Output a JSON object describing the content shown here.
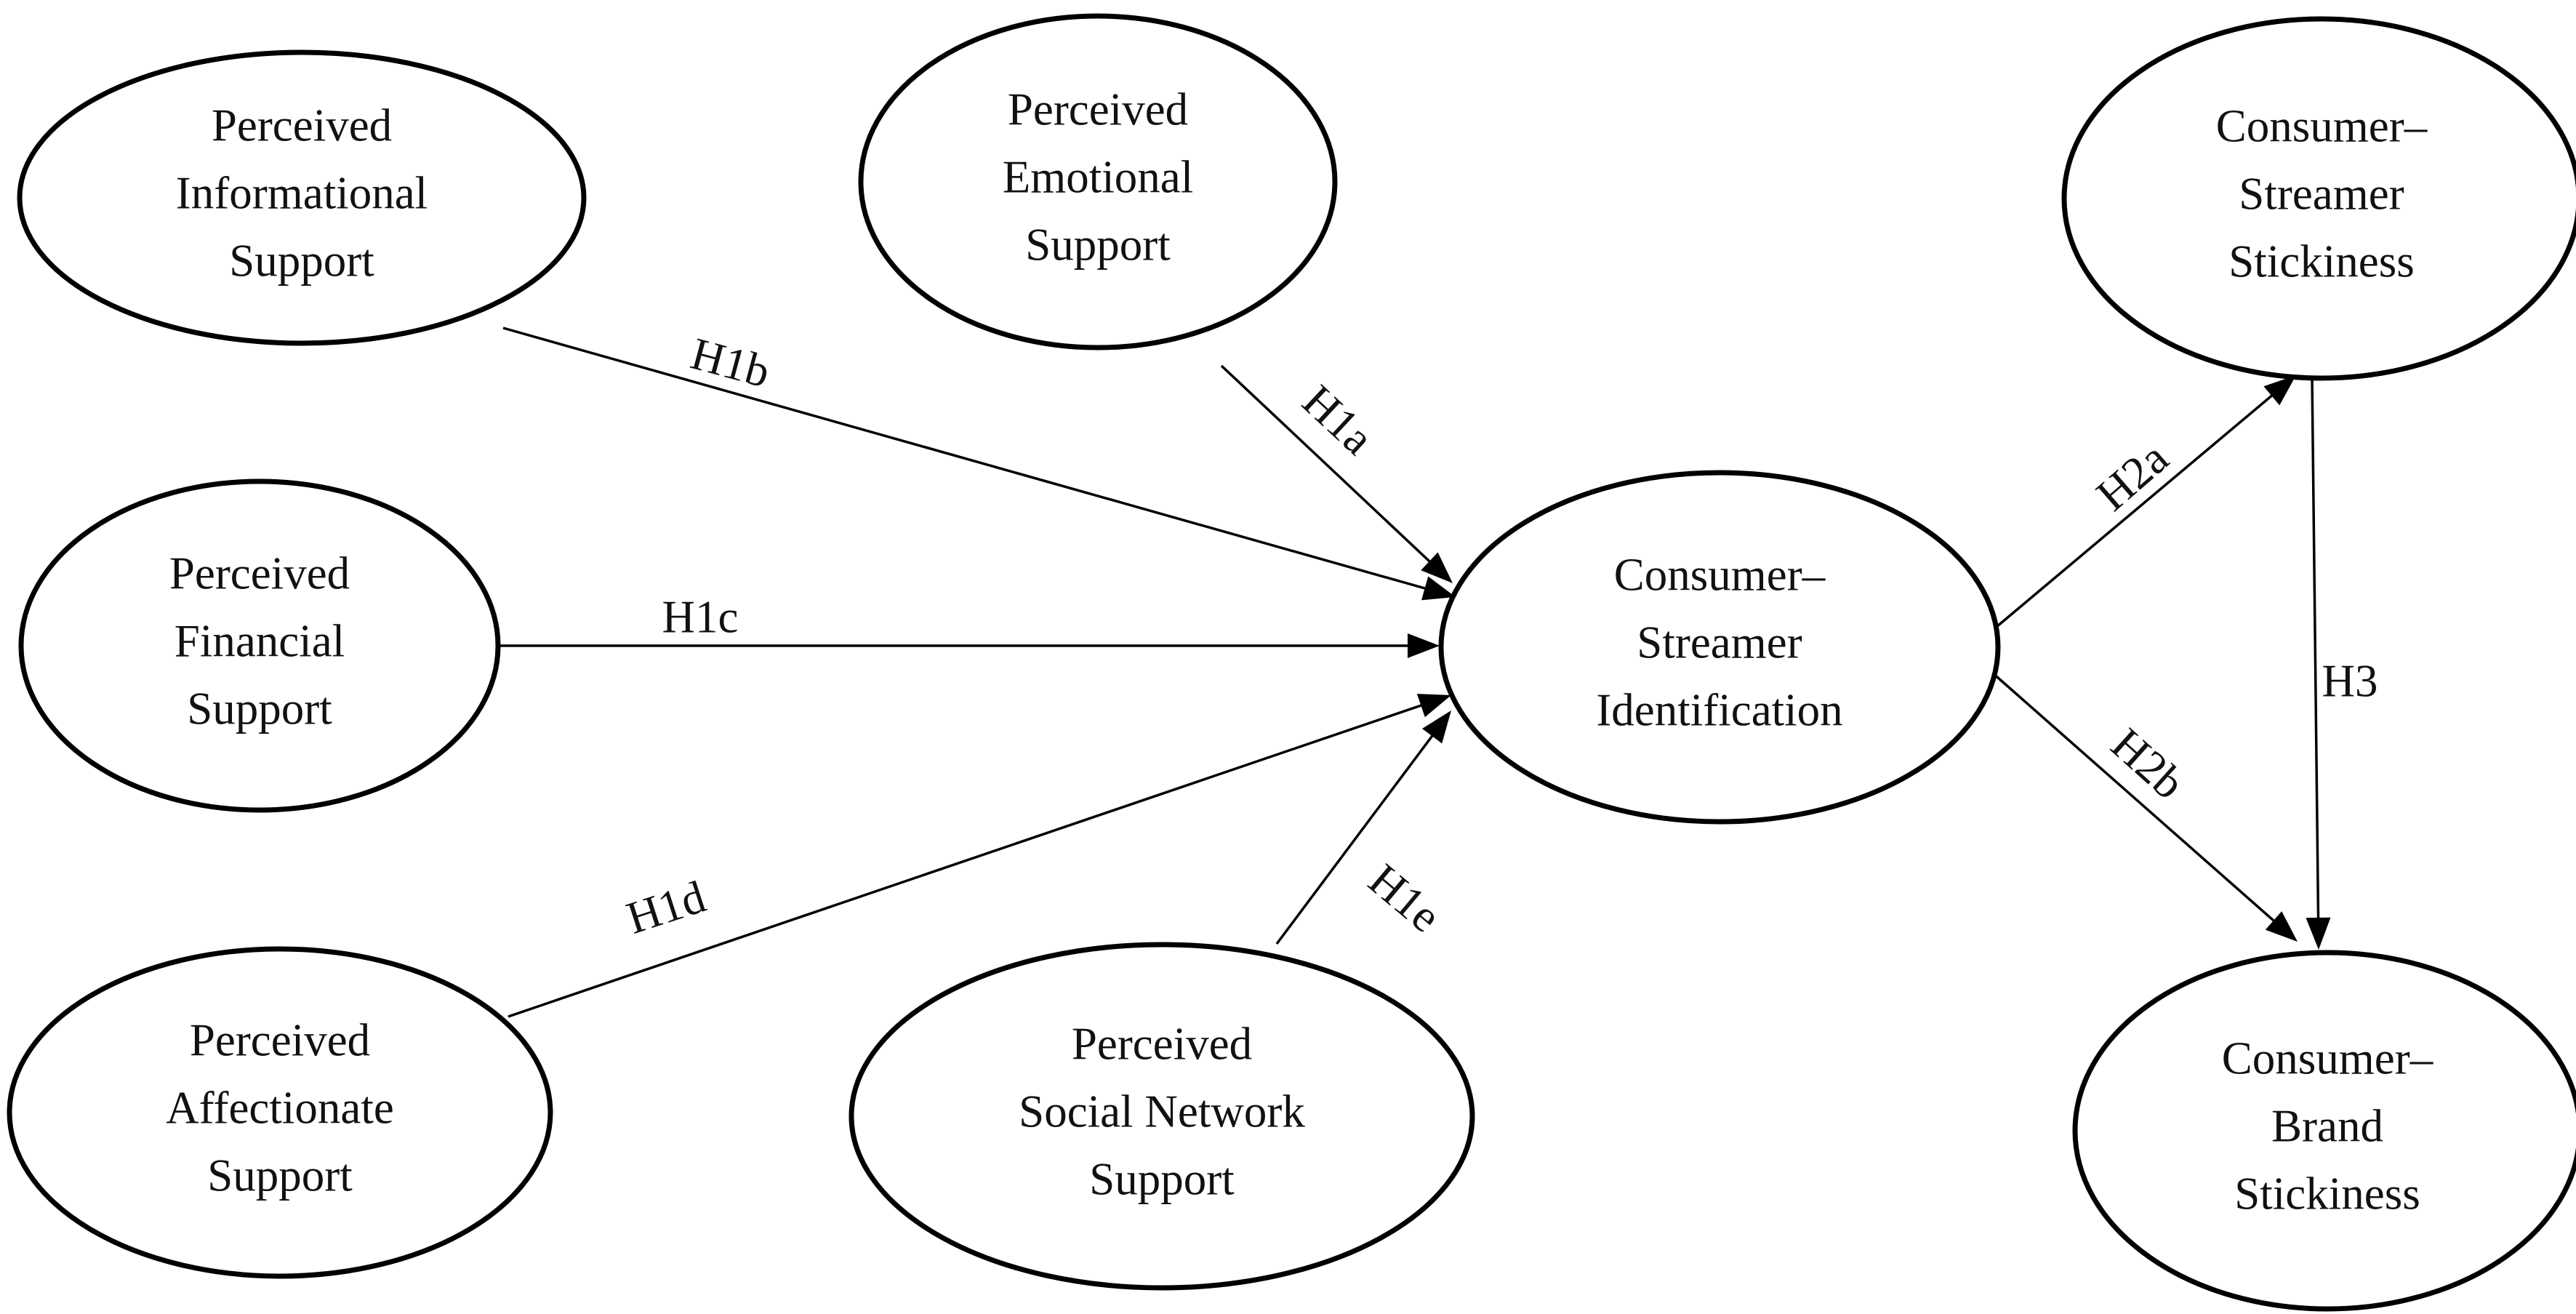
{
  "diagram": {
    "nodes": [
      {
        "id": "informational",
        "lines": [
          "Perceived",
          "Informational",
          "Support"
        ]
      },
      {
        "id": "emotional",
        "lines": [
          "Perceived",
          "Emotional",
          "Support"
        ]
      },
      {
        "id": "financial",
        "lines": [
          "Perceived",
          "Financial",
          "Support"
        ]
      },
      {
        "id": "affectionate",
        "lines": [
          "Perceived",
          "Affectionate",
          "Support"
        ]
      },
      {
        "id": "social-network",
        "lines": [
          "Perceived",
          "Social Network",
          "Support"
        ]
      },
      {
        "id": "streamer-identification",
        "lines": [
          "Consumer–",
          "Streamer",
          "Identification"
        ]
      },
      {
        "id": "streamer-stickiness",
        "lines": [
          "Consumer–",
          "Streamer",
          "Stickiness"
        ]
      },
      {
        "id": "brand-stickiness",
        "lines": [
          "Consumer–",
          "Brand",
          "Stickiness"
        ]
      }
    ],
    "edges": [
      {
        "from": "informational",
        "to": "streamer-identification",
        "label": "H1b"
      },
      {
        "from": "emotional",
        "to": "streamer-identification",
        "label": "H1a"
      },
      {
        "from": "financial",
        "to": "streamer-identification",
        "label": "H1c"
      },
      {
        "from": "affectionate",
        "to": "streamer-identification",
        "label": "H1d"
      },
      {
        "from": "social-network",
        "to": "streamer-identification",
        "label": "H1e"
      },
      {
        "from": "streamer-identification",
        "to": "streamer-stickiness",
        "label": "H2a"
      },
      {
        "from": "streamer-identification",
        "to": "brand-stickiness",
        "label": "H2b"
      },
      {
        "from": "streamer-stickiness",
        "to": "brand-stickiness",
        "label": "H3"
      }
    ]
  }
}
